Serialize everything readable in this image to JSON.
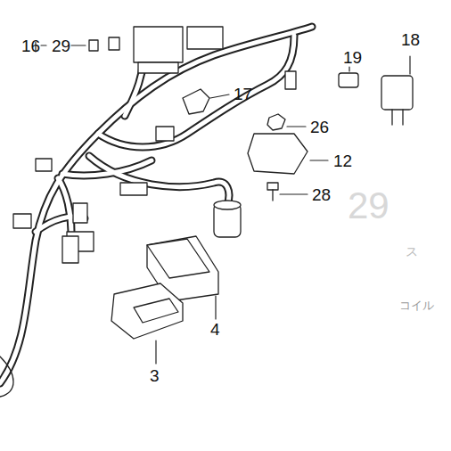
{
  "diagram": {
    "labels": [
      "16",
      "29",
      "19",
      "18",
      "17",
      "26",
      "12",
      "28",
      "4",
      "3",
      "29",
      "ス",
      "コイル"
    ]
  }
}
